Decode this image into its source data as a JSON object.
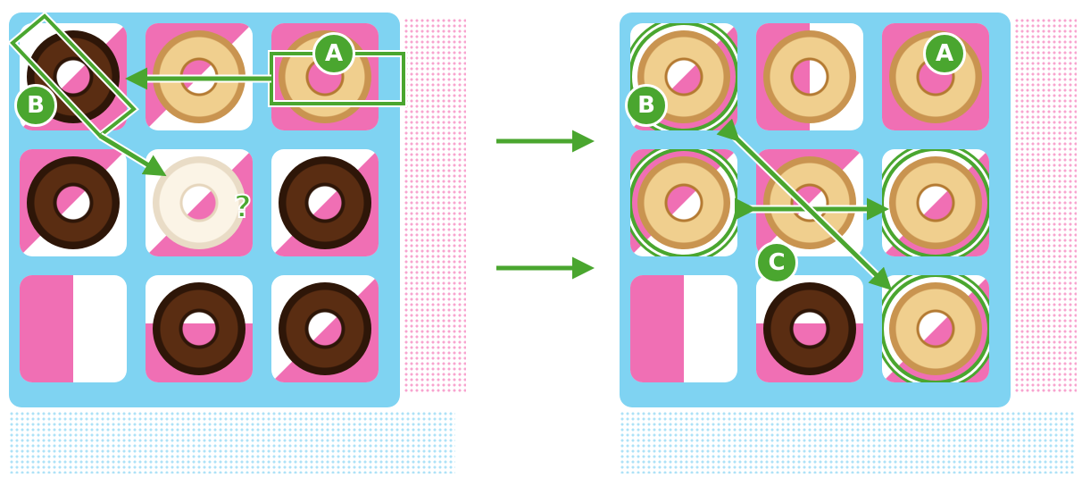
{
  "colors": {
    "board_bg": "#7fd3f2",
    "tile_pink": "#f06fb4",
    "tile_white": "#ffffff",
    "accent_green": "#4aa62f",
    "chocolate": "#5a2d12",
    "vanilla": "#f0cf8e"
  },
  "left_board": {
    "badges": {
      "a": "A",
      "b": "B"
    },
    "hint_mark": "?",
    "cells": [
      {
        "pattern": "p-br",
        "donut": "choc"
      },
      {
        "pattern": "p-tl",
        "donut": "vanilla"
      },
      {
        "pattern": "p-full",
        "donut": "vanilla"
      },
      {
        "pattern": "p-tl",
        "donut": "choc"
      },
      {
        "pattern": "p-br",
        "donut": "ghost"
      },
      {
        "pattern": "p-br",
        "donut": "choc"
      },
      {
        "pattern": "p-left",
        "donut": "none"
      },
      {
        "pattern": "p-bottom",
        "donut": "choc"
      },
      {
        "pattern": "p-br",
        "donut": "choc"
      }
    ]
  },
  "right_board": {
    "badges": {
      "a": "A",
      "b": "B",
      "c": "C"
    },
    "cells": [
      {
        "pattern": "p-br",
        "donut": "vanilla",
        "ring": true
      },
      {
        "pattern": "p-left",
        "donut": "vanilla",
        "ring": false
      },
      {
        "pattern": "p-full",
        "donut": "vanilla",
        "ring": false
      },
      {
        "pattern": "p-tl",
        "donut": "vanilla",
        "ring": true
      },
      {
        "pattern": "p-tl",
        "donut": "vanilla",
        "ring": false
      },
      {
        "pattern": "p-br",
        "donut": "vanilla",
        "ring": true
      },
      {
        "pattern": "p-left",
        "donut": "none",
        "ring": false
      },
      {
        "pattern": "p-bottom",
        "donut": "choc",
        "ring": false
      },
      {
        "pattern": "p-br",
        "donut": "vanilla",
        "ring": true
      }
    ]
  },
  "transition_arrows": [
    "arrow-right",
    "arrow-right"
  ]
}
